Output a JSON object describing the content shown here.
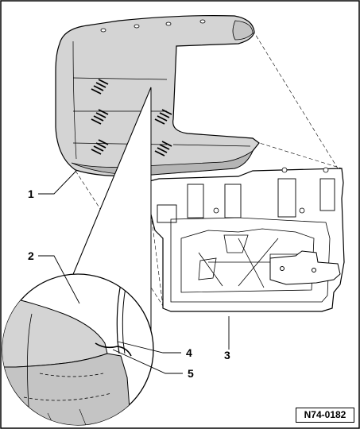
{
  "figure": {
    "id": "N74-0182"
  },
  "callouts": [
    {
      "label": "1"
    },
    {
      "label": "2"
    },
    {
      "label": "3"
    },
    {
      "label": "4"
    },
    {
      "label": "5"
    }
  ],
  "colors": {
    "line": "#000000",
    "cover_shade": "#d4d4d4",
    "cover_dark": "#b5b5b5",
    "frame_fill": "#ffffff",
    "background": "#ffffff"
  }
}
